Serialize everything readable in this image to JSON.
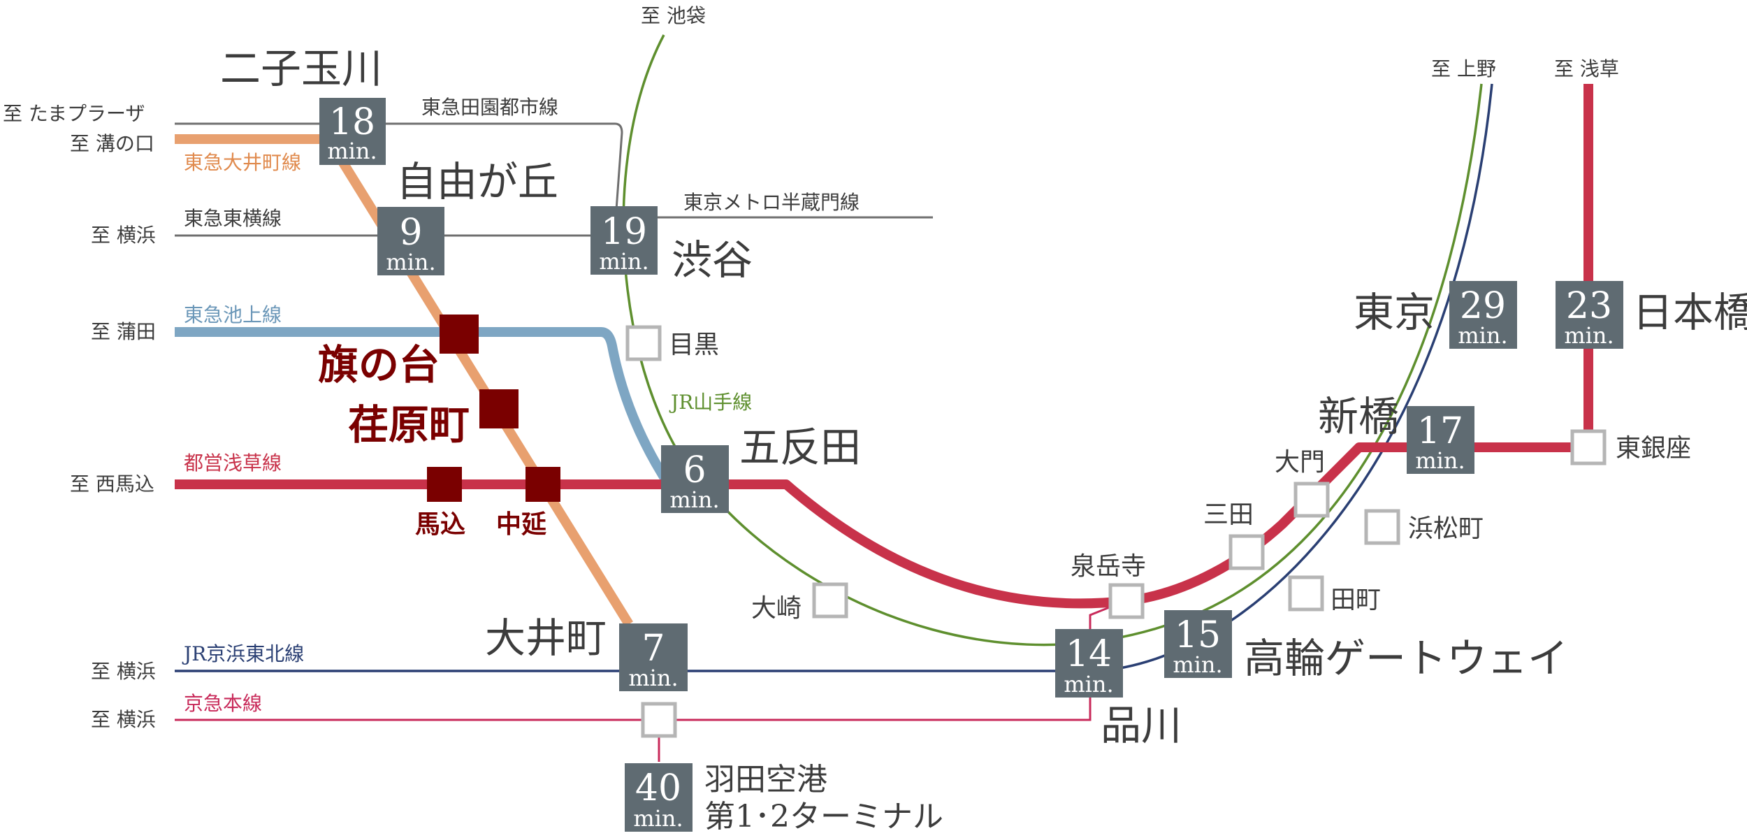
{
  "directions": {
    "ikebukuro": "至 池袋",
    "ueno": "至 上野",
    "asakusa": "至 浅草",
    "tama_plaza": "至 たまプラーザ",
    "mizonokuchi": "至 溝の口",
    "yokohama_toyoko": "至 横浜",
    "kamata": "至 蒲田",
    "nishimagome": "至 西馬込",
    "yokohama_jr": "至 横浜",
    "yokohama_keikyu": "至 横浜"
  },
  "lines": {
    "denentoshi": {
      "name": "東急田園都市線",
      "color": "#6f6f6f"
    },
    "oimachi": {
      "name": "東急大井町線",
      "color": "#e8a06f"
    },
    "toyoko": {
      "name": "東急東横線",
      "color": "#6f6f6f"
    },
    "hanzomon": {
      "name": "東京メトロ半蔵門線",
      "color": "#6f6f6f"
    },
    "ikegami": {
      "name": "東急池上線",
      "color": "#7ea6c3"
    },
    "yamanote": {
      "name": "JR山手線",
      "color": "#5e8f2e"
    },
    "asakusa": {
      "name": "都営浅草線",
      "color": "#c8324a"
    },
    "keihin_tohoku": {
      "name": "JR京浜東北線",
      "color": "#2a3f73"
    },
    "keikyu": {
      "name": "京急本線",
      "color": "#c82a5a"
    }
  },
  "station_boxes": {
    "futakotamagawa": {
      "name": "二子玉川",
      "minutes": "18",
      "unit": "min."
    },
    "jiyugaoka": {
      "name": "自由が丘",
      "minutes": "9",
      "unit": "min."
    },
    "shibuya": {
      "name": "渋谷",
      "minutes": "19",
      "unit": "min."
    },
    "gotanda": {
      "name": "五反田",
      "minutes": "6",
      "unit": "min."
    },
    "oimachi": {
      "name": "大井町",
      "minutes": "7",
      "unit": "min."
    },
    "shinagawa": {
      "name": "品川",
      "minutes": "14",
      "unit": "min."
    },
    "takanawa": {
      "name": "高輪ゲートウェイ",
      "minutes": "15",
      "unit": "min."
    },
    "shinbashi": {
      "name": "新橋",
      "minutes": "17",
      "unit": "min."
    },
    "tokyo": {
      "name": "東京",
      "minutes": "29",
      "unit": "min."
    },
    "nihonbashi": {
      "name": "日本橋",
      "minutes": "23",
      "unit": "min."
    },
    "haneda": {
      "name_line1": "羽田空港",
      "name_line2": "第1･2ターミナル",
      "minutes": "40",
      "unit": "min."
    }
  },
  "highlight_stations": {
    "hatanodai": "旗の台",
    "ebaramachi": "荏原町",
    "magome": "馬込",
    "nakanobu": "中延"
  },
  "minor_stations": {
    "meguro": "目黒",
    "osaki": "大崎",
    "sengakuji": "泉岳寺",
    "mita": "三田",
    "daimon": "大門",
    "higashiginza": "東銀座",
    "hamamatsucho": "浜松町",
    "tamachi": "田町"
  },
  "colors": {
    "box": "#5f6b72",
    "highlight": "#7a0000",
    "minor_fill": "#ffffff",
    "minor_stroke": "#b5b5b5",
    "text": "#3c3c3c"
  }
}
